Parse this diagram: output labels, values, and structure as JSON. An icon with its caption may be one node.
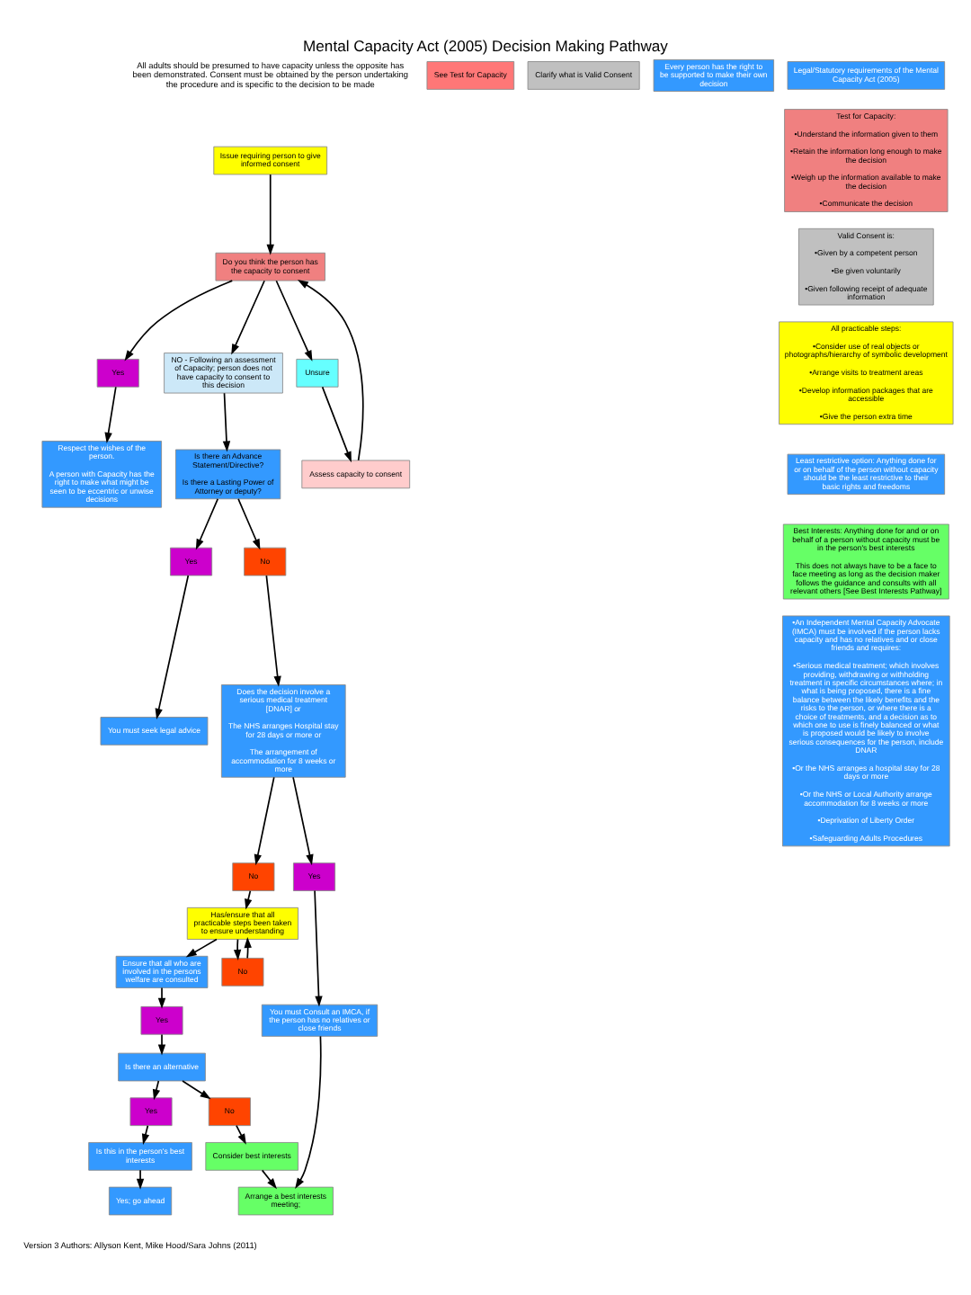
{
  "diagram": {
    "title": "Mental Capacity Act (2005) Decision Making Pathway",
    "nodes": [
      {
        "text": [
          "Issue requiring person to give informed consent"
        ]
      },
      {
        "text": [
          "Do you think the person has the capacity to consent"
        ]
      },
      {
        "text": [
          "Yes"
        ]
      },
      {
        "text": [
          "NO - Following an assessment of Capacity; person does not have capacity to consent to this decision"
        ]
      },
      {
        "text": [
          "Unsure"
        ]
      },
      {
        "text": [
          "Assess capacity to consent"
        ]
      },
      {
        "text": [
          "See Test for Capacity"
        ]
      },
      {
        "text": [
          "Clarify what is Valid Consent"
        ]
      },
      {
        "text": [
          "Respect the wishes of the person.",
          "A person with Capacity has the right to make what might be seen to be eccentric or unwise decisions"
        ]
      },
      {
        "text": [
          "Is there an Advance Statement/Directive?",
          "Is there a Lasting Power of Attorney or deputy?"
        ]
      },
      {
        "text": [
          "Yes"
        ]
      },
      {
        "text": [
          "No"
        ]
      },
      {
        "text": [
          "You must seek legal advice"
        ]
      },
      {
        "text": [
          "Does the decision involve a serious medical treatment [DNAR] or",
          "The NHS arranges Hospital stay for 28 days or more or",
          "The arrangement of accommodation for 8 weeks or more"
        ]
      },
      {
        "text": [
          "No"
        ]
      },
      {
        "text": [
          "Yes"
        ]
      },
      {
        "text": [
          "Every person has the right to be supported to make their own decision"
        ]
      },
      {
        "text": [
          "Has/ensure that all practicable steps been taken to ensure understanding"
        ]
      },
      {
        "text": [
          "You must Consult an IMCA, if the person has no relatives or close friends"
        ]
      },
      {
        "text": [
          "Ensure that all who are involved in the persons welfare are consulted"
        ]
      },
      {
        "text": [
          "No"
        ]
      },
      {
        "text": [
          "Arrange a best interests meeting;"
        ]
      },
      {
        "text": [
          "Yes"
        ]
      },
      {
        "text": [
          "Is there an alternative"
        ]
      },
      {
        "text": [
          "Yes"
        ]
      },
      {
        "text": [
          "No"
        ]
      },
      {
        "text": [
          "Consider best interests"
        ]
      },
      {
        "text": [
          "Is this in the person's best interests"
        ]
      },
      {
        "text": [
          "Yes; go ahead"
        ]
      },
      {
        "text": [
          "Legal/Statutory requirements of the Mental Capacity Act (2005)"
        ]
      },
      {
        "text": [
          "Test for Capacity:",
          "•Understand the information given to them",
          "•Retain the information long enough to make the decision",
          "•Weigh up the information available to make the decision",
          "•Communicate the decision"
        ]
      },
      {
        "text": [
          "Valid Consent is:",
          "•Given by a competent person",
          "•Be given voluntarily",
          "•Given following receipt of adequate information"
        ]
      },
      {
        "text": [
          "All practicable steps:",
          "•Consider use of real objects or photographs/hierarchy of symbolic development",
          "•Arrange visits to treatment areas",
          "•Develop information packages that are accessible",
          "•Give the person extra time"
        ]
      },
      {
        "text": [
          "Least restrictive option: Anything done for or on behalf of the person without capacity should be the least restrictive to their basic rights and freedoms"
        ]
      },
      {
        "text": [
          "Best Interests: Anything done for and or on behalf of a person without capacity must be in the person's best interests",
          "This does not always have to be a face to face meeting as long as the decision maker follows the guidance and consults with all relevant others [See Best Interests Pathway]"
        ]
      },
      {
        "text": [
          "•An Independent Mental Capacity Advocate (IMCA) must be involved if the person lacks capacity and has no relatives and or close friends and requires:",
          "•Serious medical treatment; which involves providing, withdrawing or withholding treatment in specific circumstances where; in what is being proposed, there is a fine balance between the likely benefits and the risks to the person, or where there is a choice of treatments, and a decision as to which one to use is finely balanced or what is proposed would be likely to involve serious consequences for the person, include DNAR",
          "•Or the NHS arranges a hospital stay for 28 days or more",
          "•Or the NHS or Local Authority arrange accommodation for 8 weeks or more",
          "•Deprivation of Liberty Order",
          "•Safeguarding Adults Procedures"
        ]
      }
    ],
    "edges": [
      {
        "from": 0,
        "to": 1,
        "arrow": "to"
      },
      {
        "from": 1,
        "to": 2,
        "arrow": "to"
      },
      {
        "from": 1,
        "to": 3,
        "arrow": "to"
      },
      {
        "from": 1,
        "to": 4,
        "arrow": "to"
      },
      {
        "from": 4,
        "to": 5,
        "arrow": "to"
      },
      {
        "from": 5,
        "to": 1,
        "arrow": "to"
      },
      {
        "from": 2,
        "to": 8,
        "arrow": "to"
      },
      {
        "from": 3,
        "to": 9,
        "arrow": "to"
      },
      {
        "from": 9,
        "to": 10,
        "arrow": "to"
      },
      {
        "from": 9,
        "to": 11,
        "arrow": "to"
      },
      {
        "from": 10,
        "to": 12,
        "arrow": "to"
      },
      {
        "from": 11,
        "to": 13,
        "arrow": "to"
      },
      {
        "from": 13,
        "to": 14,
        "arrow": "to"
      },
      {
        "from": 13,
        "to": 15,
        "arrow": "to"
      },
      {
        "from": 14,
        "to": 17,
        "arrow": "to"
      },
      {
        "from": 15,
        "to": 18,
        "arrow": "to"
      },
      {
        "from": 17,
        "to": 19,
        "arrow": "to"
      },
      {
        "from": 17,
        "to": 20,
        "arrow": "to"
      },
      {
        "from": 20,
        "to": 17,
        "arrow": "to"
      },
      {
        "from": 18,
        "to": 21,
        "arrow": "to"
      },
      {
        "from": 19,
        "to": 22,
        "arrow": "to"
      },
      {
        "from": 22,
        "to": 23,
        "arrow": "to"
      },
      {
        "from": 23,
        "to": 24,
        "arrow": "to"
      },
      {
        "from": 23,
        "to": 25,
        "arrow": "to"
      },
      {
        "from": 24,
        "to": 27,
        "arrow": "to"
      },
      {
        "from": 25,
        "to": 26,
        "arrow": "to"
      },
      {
        "from": 26,
        "to": 21,
        "arrow": "to"
      },
      {
        "from": 27,
        "to": 28,
        "arrow": "to"
      }
    ],
    "labels": [
      "All adults should be presumed to have capacity unless the opposite has been demonstrated. Consent must be obtained by the person undertaking the procedure and is specific to the decision to be made",
      "Version 3 Authors: Allyson Kent, Mike Hood/Sara Johns (2011)"
    ]
  }
}
